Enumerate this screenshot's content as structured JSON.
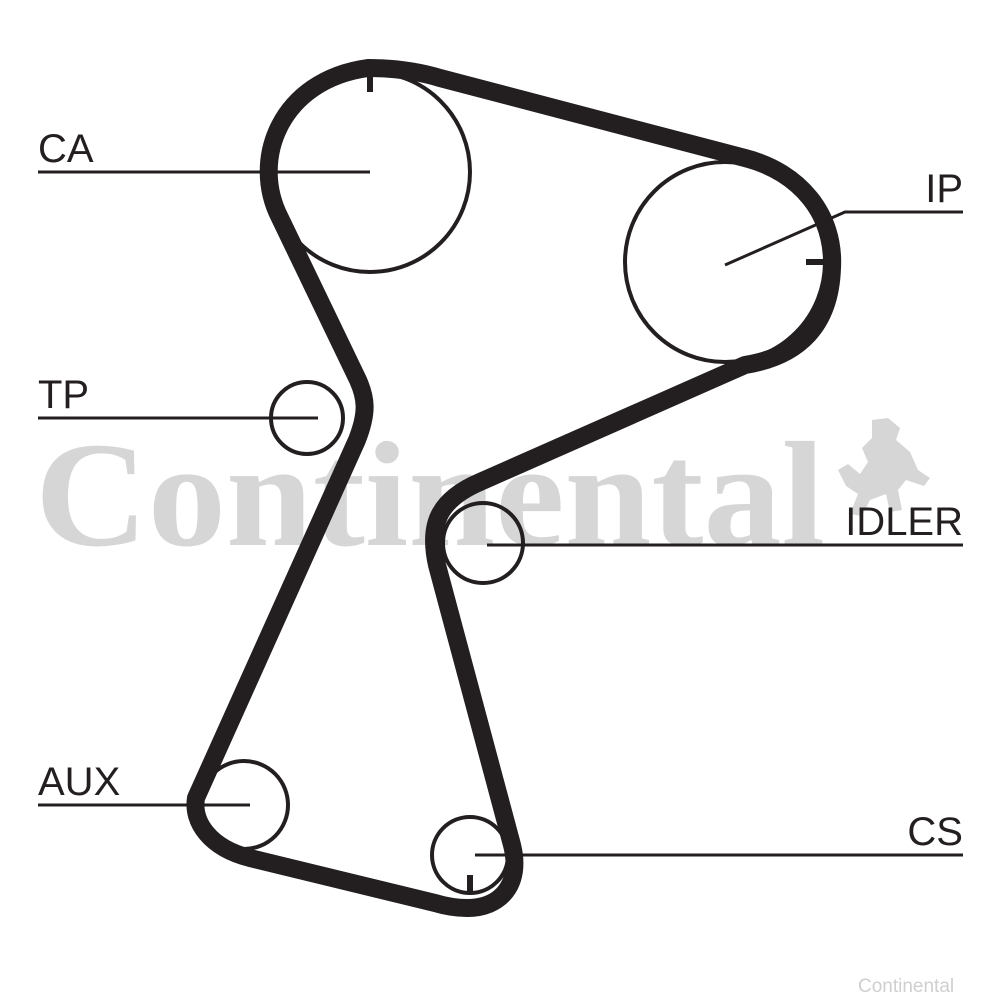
{
  "diagram": {
    "colors": {
      "ink": "#231f20",
      "watermark": "#d6d6d6"
    },
    "labels": {
      "ca": "CA",
      "ip": "IP",
      "tp": "TP",
      "idler": "IDLER",
      "aux": "AUX",
      "cs": "CS"
    },
    "watermark": {
      "brand": "Continental",
      "footer": "Continental"
    }
  }
}
